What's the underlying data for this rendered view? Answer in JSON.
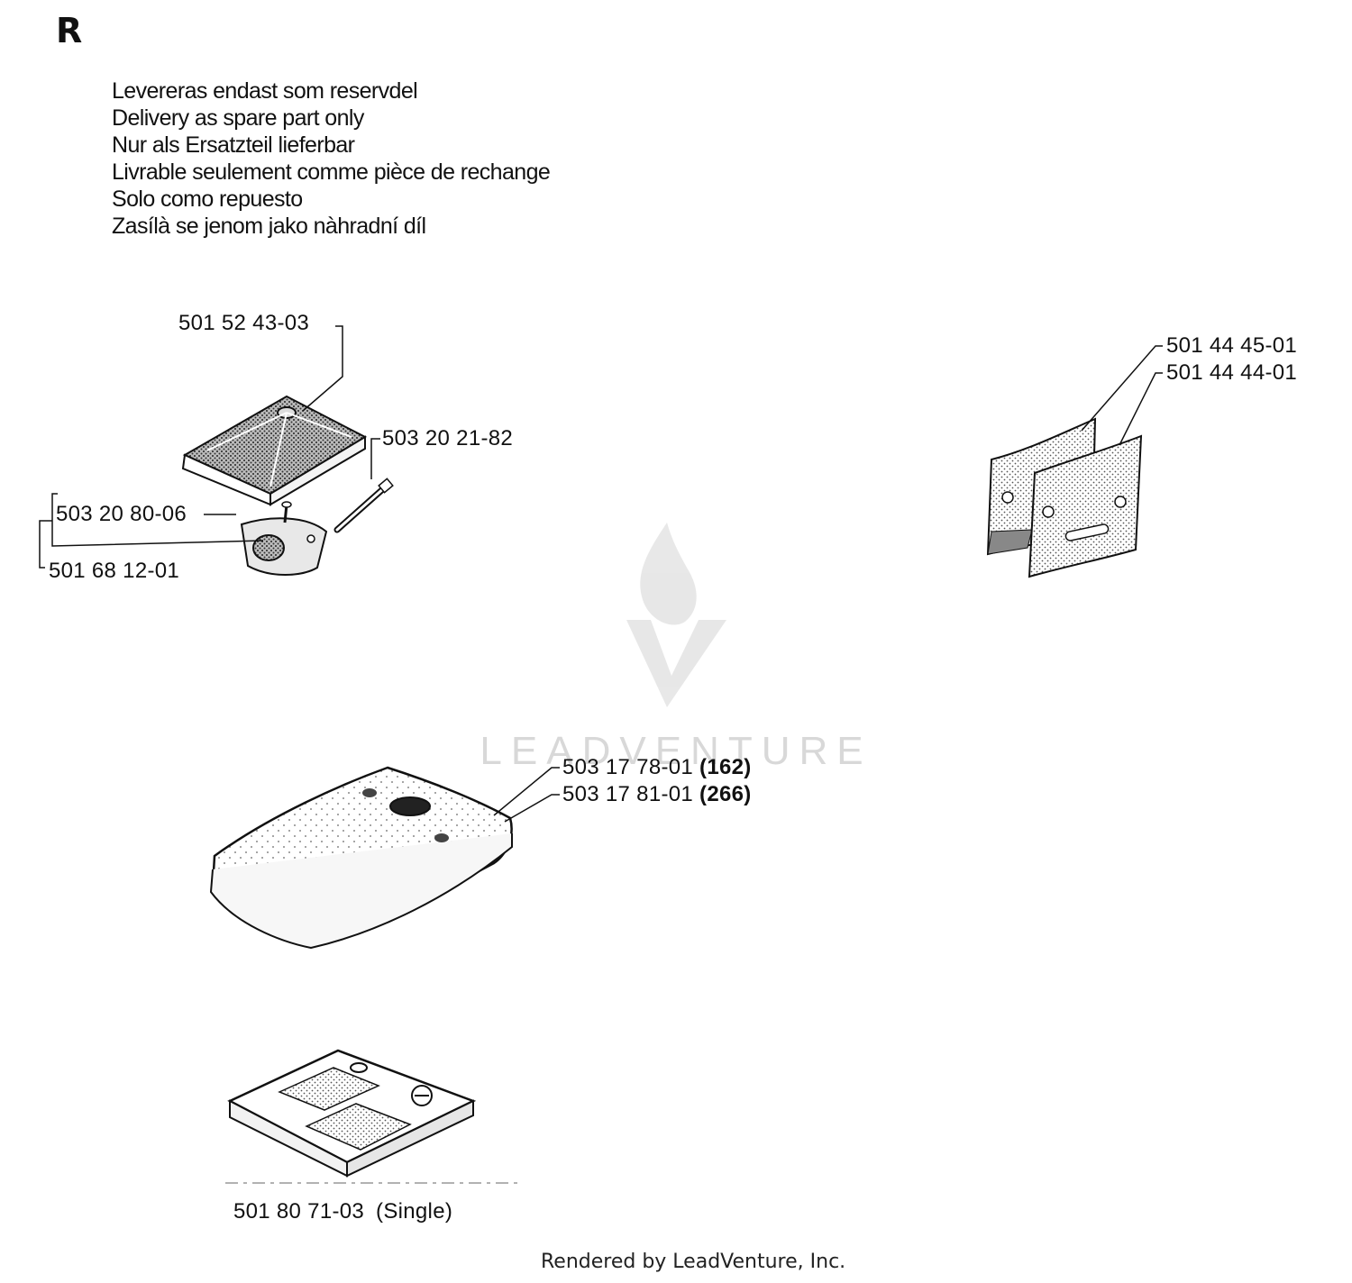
{
  "section_letter": "R",
  "notes": [
    "Levereras endast som reservdel",
    "Delivery as spare part only",
    "Nur als Ersatzteil lieferbar",
    "Livrable seulement comme pièce de rechange",
    "Solo como repuesto",
    "Zasílà se jenom jako nàhradní díl"
  ],
  "parts": {
    "air_filter_top": {
      "number": "501 52 43-03"
    },
    "rod": {
      "number": "503 20 21-82"
    },
    "carb_flange": {
      "number": "503 20 80-06"
    },
    "flange_kit": {
      "number": "501 68 12-01"
    },
    "plate_a": {
      "number": "501 44 45-01"
    },
    "plate_b": {
      "number": "501 44 44-01"
    },
    "foam_162": {
      "number": "503 17 78-01",
      "suffix": "(162)"
    },
    "foam_266": {
      "number": "503 17 81-01",
      "suffix": "(266)"
    },
    "filter_cover": {
      "number": "501 80 71-03",
      "suffix": "(Single)"
    }
  },
  "watermark": "LEADVENTURE",
  "footer": "Rendered by LeadVenture, Inc."
}
